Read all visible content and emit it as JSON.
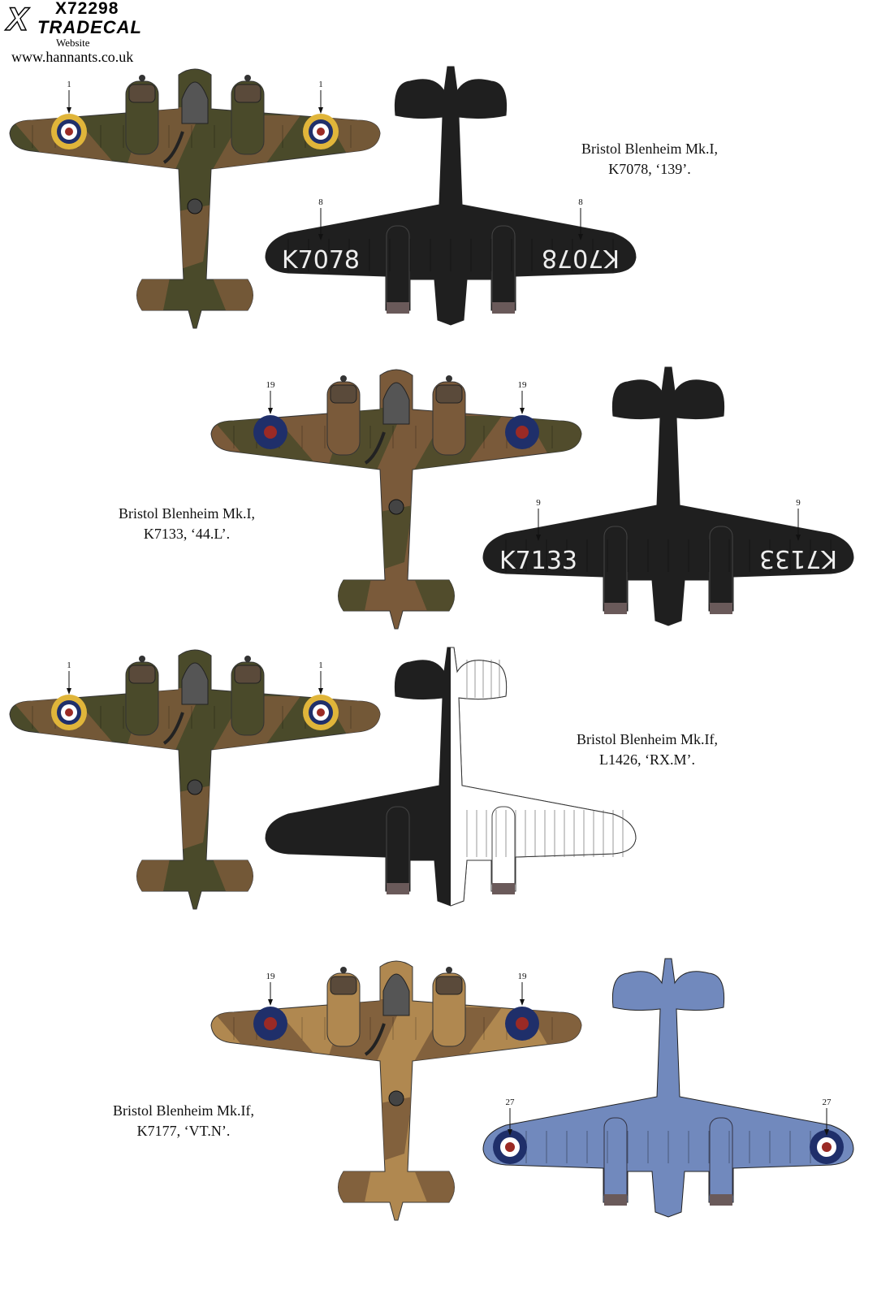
{
  "header": {
    "product_code": "X72298",
    "brand": "TRADECAL",
    "brand_initial": "X",
    "website_label": "Website",
    "website_url": "www.hannants.co.uk"
  },
  "colors": {
    "dark_earth": "#7a5a3a",
    "dark_green": "#4a4a2a",
    "mid_stone": "#b08850",
    "night_black": "#1f1f1f",
    "sky_blue": "#7189bd",
    "roundel_blue": "#1f2f6a",
    "roundel_red": "#9a2a25",
    "roundel_yellow": "#e0b53a"
  },
  "schemes": [
    {
      "caption": [
        "Bristol Blenheim Mk.I,",
        "K7078, ‘139’."
      ],
      "upper_decal_labels": [
        "1",
        "1"
      ],
      "lower_decal_labels": [
        "8",
        "8"
      ],
      "serial": "K7078"
    },
    {
      "caption": [
        "Bristol Blenheim Mk.I,",
        "K7133, ‘44.L’."
      ],
      "upper_decal_labels": [
        "19",
        "19"
      ],
      "lower_decal_labels": [
        "9",
        "9"
      ],
      "serial": "K7133"
    },
    {
      "caption": [
        "Bristol Blenheim Mk.If,",
        "L1426, ‘RX.M’."
      ],
      "upper_decal_labels": [
        "1",
        "1"
      ]
    },
    {
      "caption": [
        "Bristol Blenheim Mk.If,",
        "K7177, ‘VT.N’."
      ],
      "upper_decal_labels": [
        "19",
        "19"
      ],
      "lower_decal_labels": [
        "27",
        "27"
      ]
    }
  ]
}
